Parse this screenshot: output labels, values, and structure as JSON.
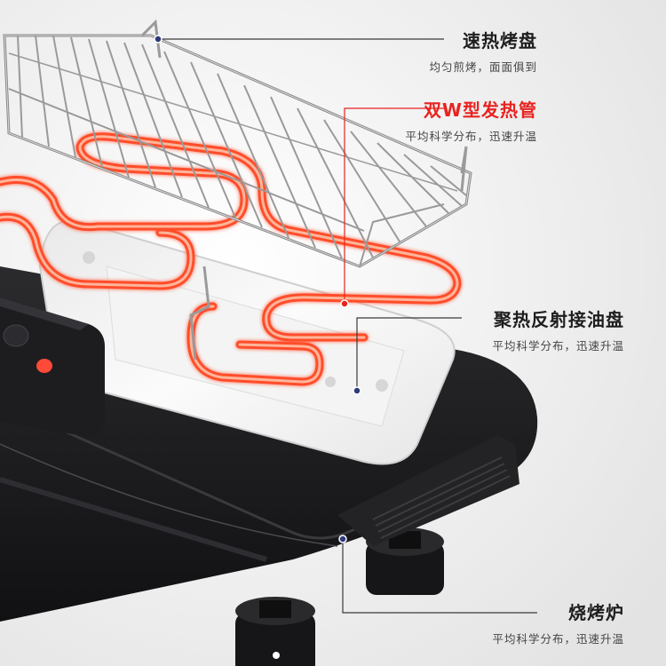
{
  "callouts": {
    "grill_rack": {
      "title": "速热烤盘",
      "subtitle": "均匀煎烤，面面俱到"
    },
    "heating_tube": {
      "title": "双W型发热管",
      "subtitle": "平均科学分布，迅速升温"
    },
    "drip_tray": {
      "title": "聚热反射接油盘",
      "subtitle": "平均科学分布，迅速升温"
    },
    "grill_stove": {
      "title": "烧烤炉",
      "subtitle": "平均科学分布，迅速升温"
    }
  },
  "colors": {
    "background": "#f2f2f2",
    "accent_red": "#e8231f",
    "heating_tube": "#ff5a36",
    "body_black": "#1b1b1d",
    "tray_white": "#f7f7f7",
    "leader_line": "#3a3a3a"
  }
}
